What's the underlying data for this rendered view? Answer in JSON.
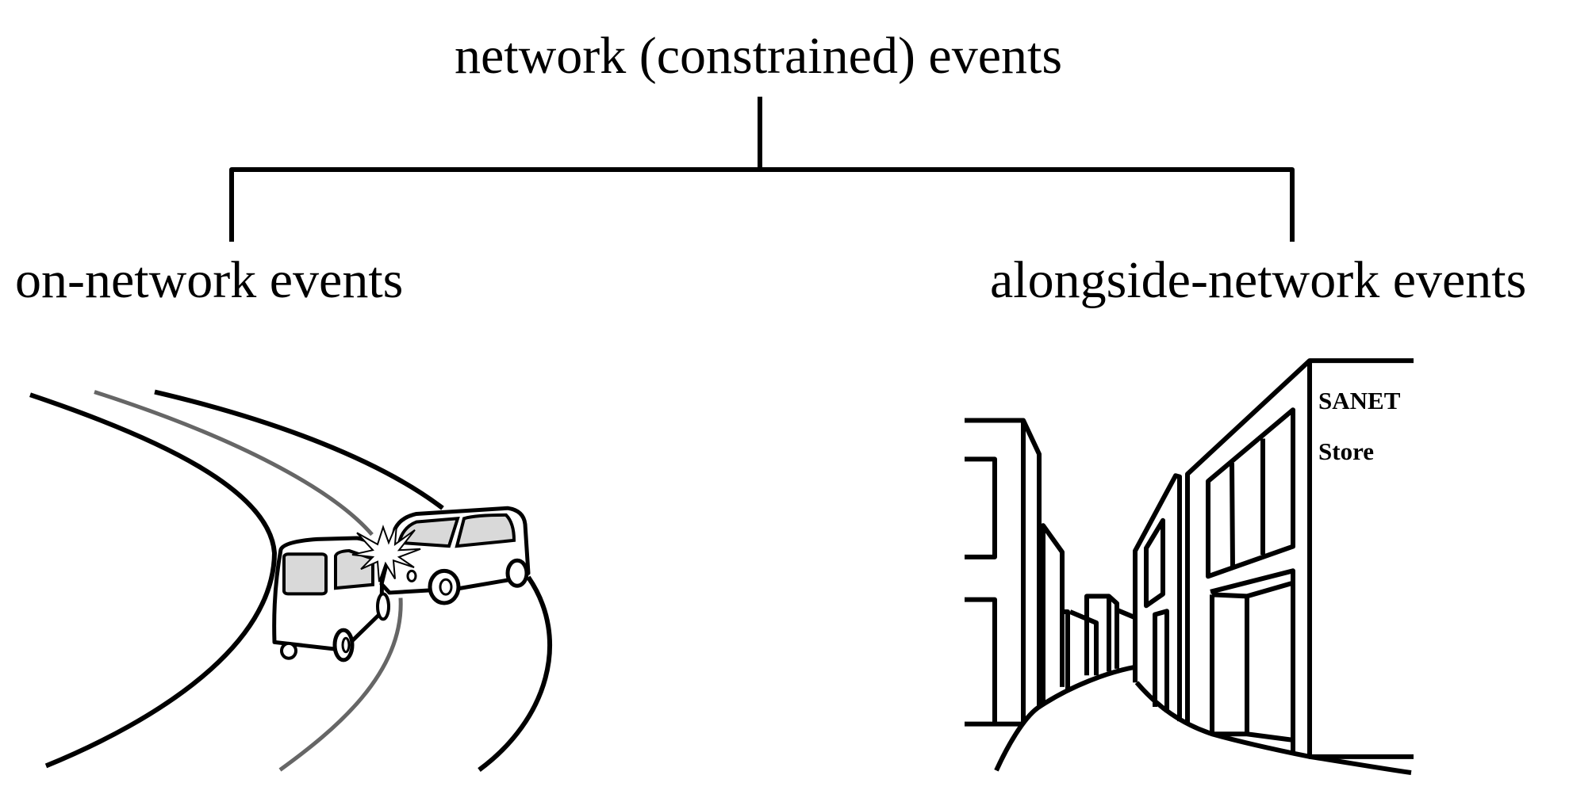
{
  "title": "network (constrained) events",
  "branches": {
    "left": {
      "label": "on-network events"
    },
    "right": {
      "label": "alongside-network events"
    }
  },
  "store_sign": {
    "line1": "SANET",
    "line2": "Store"
  },
  "colors": {
    "ink": "#000000",
    "lane_line": "#666666",
    "window_fill": "#d9d9d9"
  }
}
